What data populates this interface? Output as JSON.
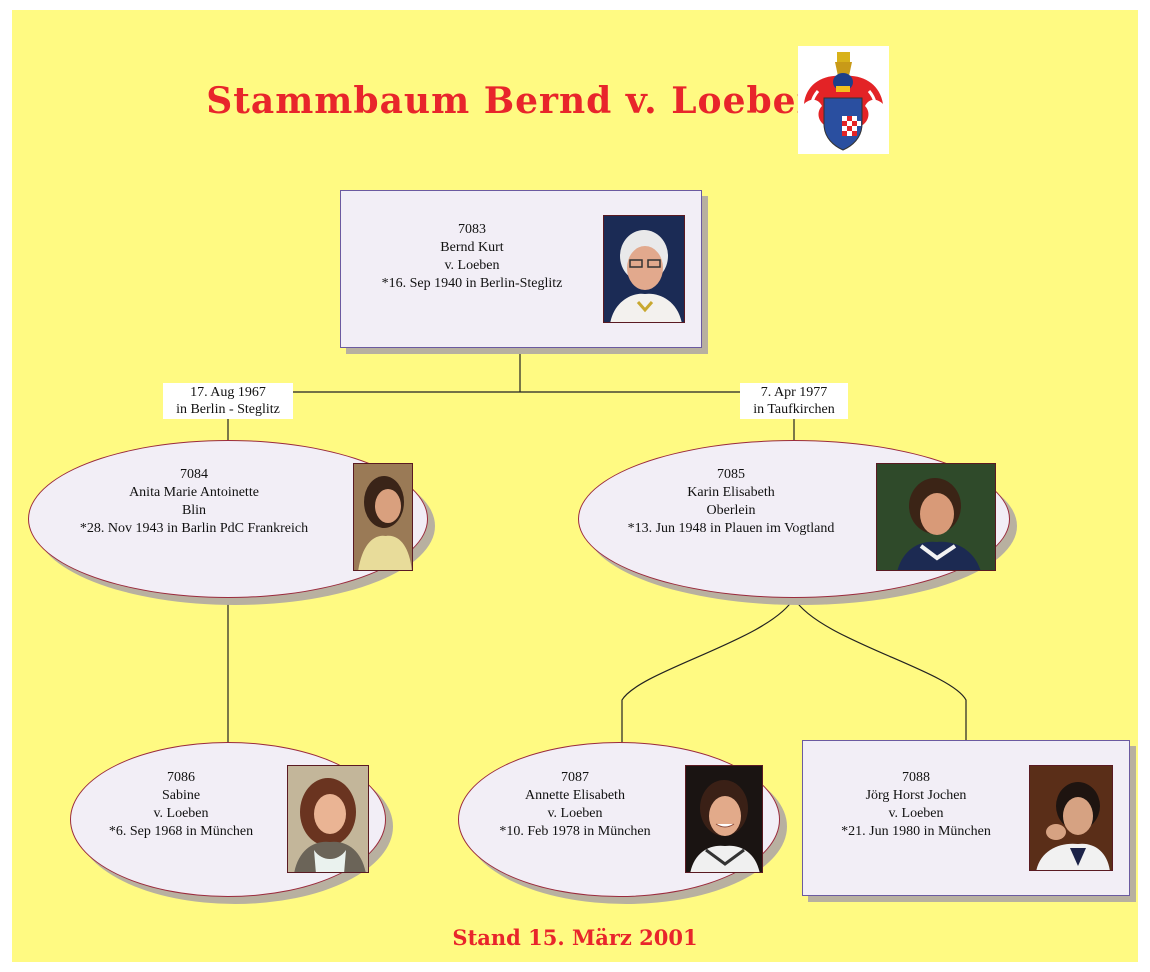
{
  "title": "Stammbaum Bernd v. Loeben",
  "footer": "Stand 15. März 2001",
  "persons": {
    "p7083": {
      "id": "7083",
      "given": "Bernd Kurt",
      "surname": "v. Loeben",
      "birth": "*16. Sep 1940 in Berlin-Steglitz"
    },
    "p7084": {
      "id": "7084",
      "given": "Anita Marie Antoinette",
      "surname": "Blin",
      "birth": "*28. Nov 1943 in Barlin PdC Frankreich"
    },
    "p7085": {
      "id": "7085",
      "given": "Karin Elisabeth",
      "surname": "Oberlein",
      "birth": "*13. Jun 1948 in Plauen im Vogtland"
    },
    "p7086": {
      "id": "7086",
      "given": "Sabine",
      "surname": "v. Loeben",
      "birth": "*6. Sep 1968 in München"
    },
    "p7087": {
      "id": "7087",
      "given": "Annette Elisabeth",
      "surname": "v. Loeben",
      "birth": "*10. Feb 1978 in München"
    },
    "p7088": {
      "id": "7088",
      "given": "Jörg Horst Jochen",
      "surname": "v. Loeben",
      "birth": "*21. Jun 1980 in München"
    }
  },
  "marriages": {
    "m1": {
      "date": "17. Aug 1967",
      "place": "in Berlin - Steglitz"
    },
    "m2": {
      "date": "7. Apr 1977",
      "place": "in Taufkirchen"
    }
  },
  "colors": {
    "background": "#fffa82",
    "title": "#e8252b",
    "box_fill": "#f2eef6",
    "box_border": "#6b5aa0",
    "ellipse_border": "#9b2b3d"
  },
  "icons": {
    "crest": "coat-of-arms-icon",
    "photo": "person-photo-icon"
  }
}
